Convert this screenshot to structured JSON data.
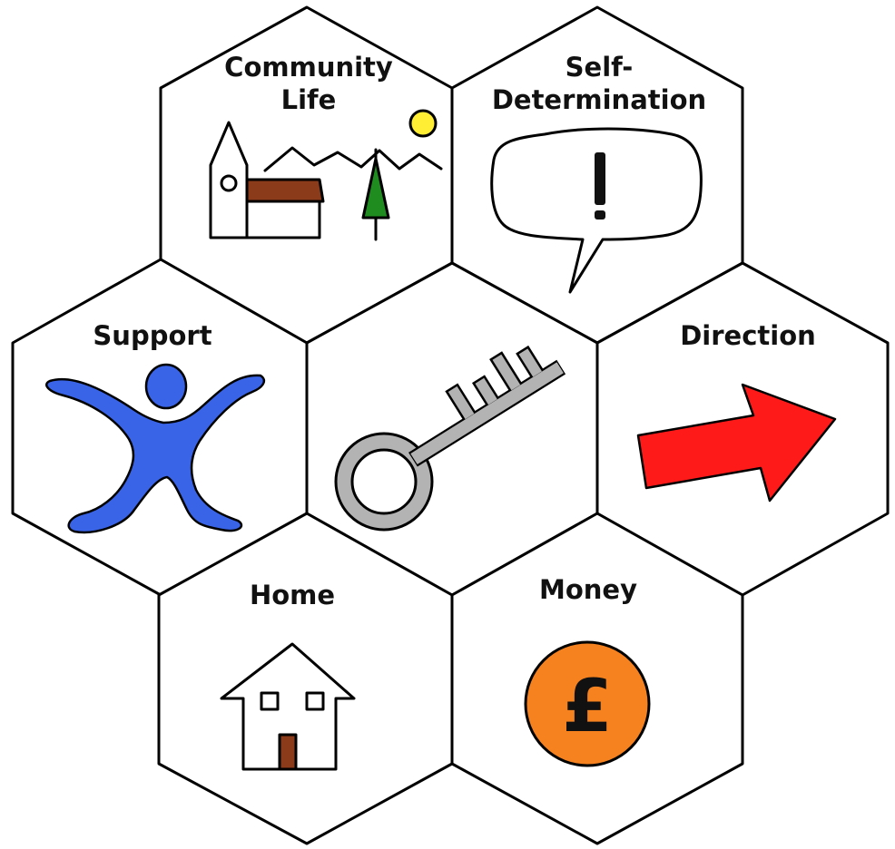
{
  "cells": {
    "community_life": {
      "label_line1": "Community",
      "label_line2": "Life",
      "icon": "village-icon"
    },
    "self_determination": {
      "label_line1": "Self-",
      "label_line2": "Determination",
      "icon": "speech-bubble-icon"
    },
    "support": {
      "label": "Support",
      "icon": "person-icon"
    },
    "key": {
      "icon": "key-icon"
    },
    "direction": {
      "label": "Direction",
      "icon": "arrow-icon"
    },
    "home": {
      "label": "Home",
      "icon": "house-icon"
    },
    "money": {
      "label": "Money",
      "icon": "pound-coin-icon",
      "symbol": "£"
    }
  },
  "colors": {
    "person": "#3a64e8",
    "arrow": "#ff1a1a",
    "coin": "#f5821f",
    "key": "#b3b3b3",
    "sun": "#ffee33",
    "tree": "#1f8c1f",
    "roof": "#8b3a1a",
    "door": "#8b3a1a",
    "outline": "#000000"
  }
}
